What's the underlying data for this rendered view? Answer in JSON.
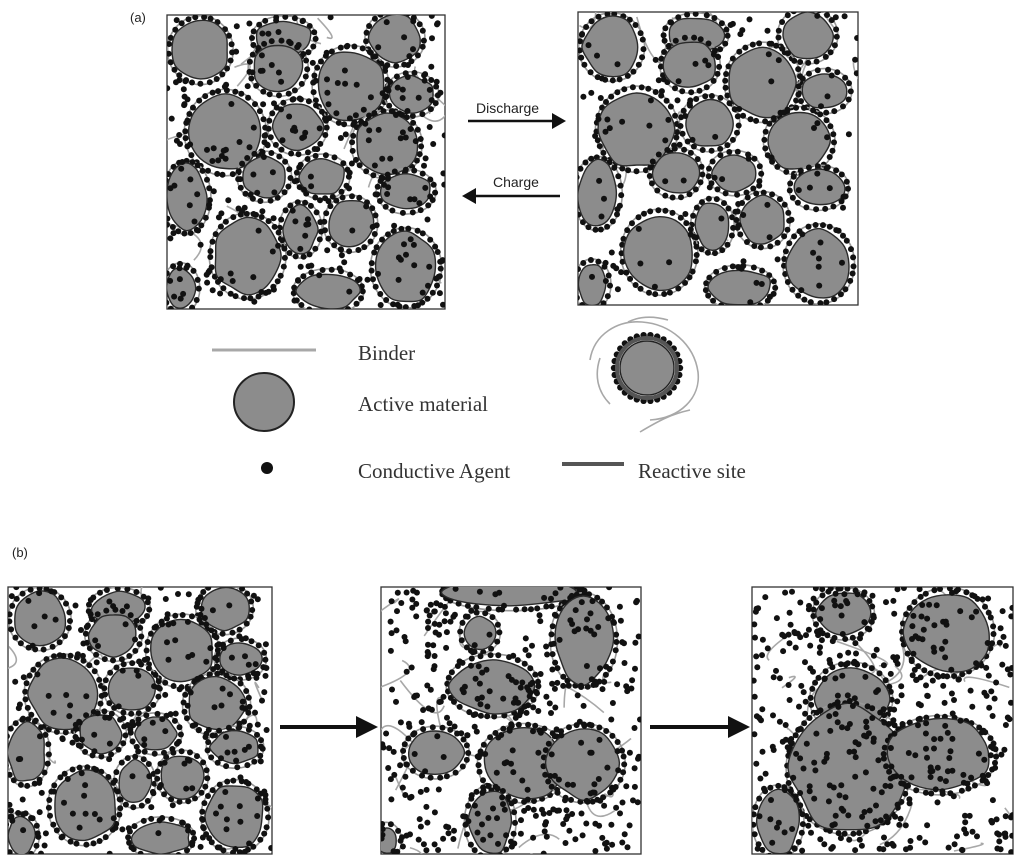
{
  "figure": {
    "panel_a_label": "(a)",
    "panel_b_label": "(b)",
    "arrow_discharge": "Discharge",
    "arrow_charge": "Charge"
  },
  "legend": {
    "binder": "Binder",
    "active_material": "Active material",
    "conductive_agent": "Conductive Agent",
    "reactive_site": "Reactive site"
  },
  "colors": {
    "active_material": "#8c8c8c",
    "binder": "#a8a8a8",
    "conductive_agent": "#111111",
    "reactive_site": "#555555",
    "outline": "#2a2a2a"
  }
}
